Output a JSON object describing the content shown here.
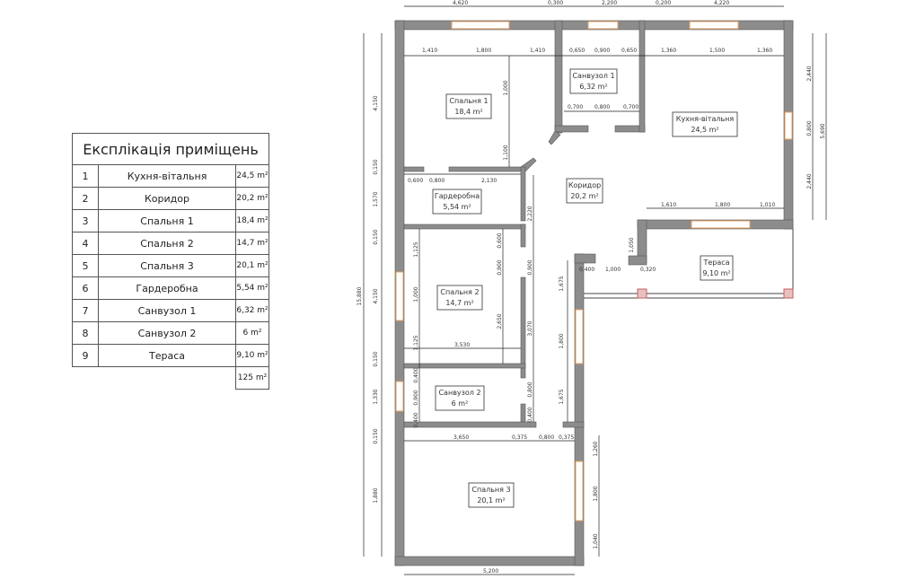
{
  "explication": {
    "title": "Експлікація приміщень",
    "rows": [
      {
        "num": "1",
        "name": "Кухня-вітальня",
        "area": "24,5 m²"
      },
      {
        "num": "2",
        "name": "Коридор",
        "area": "20,2 m²"
      },
      {
        "num": "3",
        "name": "Спальня 1",
        "area": "18,4 m²"
      },
      {
        "num": "4",
        "name": "Спальня 2",
        "area": "14,7 m²"
      },
      {
        "num": "5",
        "name": "Спальня 3",
        "area": "20,1 m²"
      },
      {
        "num": "6",
        "name": "Гардеробна",
        "area": "5,54 m²"
      },
      {
        "num": "7",
        "name": "Санвузол 1",
        "area": "6,32 m²"
      },
      {
        "num": "8",
        "name": "Санвузол 2",
        "area": "6 m²"
      },
      {
        "num": "9",
        "name": "Тераса",
        "area": "9,10 m²"
      }
    ],
    "total": "125 m²"
  },
  "rooms": [
    {
      "name": "Спальня 1",
      "area": "18,4 m²"
    },
    {
      "name": "Санвузол 1",
      "area": "6,32 m²"
    },
    {
      "name": "Кухня-вітальня",
      "area": "24,5 m²"
    },
    {
      "name": "Гардеробна",
      "area": "5,54 m²"
    },
    {
      "name": "Коридор",
      "area": "20,2 m²"
    },
    {
      "name": "Спальня 2",
      "area": "14,7 m²"
    },
    {
      "name": "Тераса",
      "area": "9,10 m²"
    },
    {
      "name": "Санвузол 2",
      "area": "6 m²"
    },
    {
      "name": "Спальня 3",
      "area": "20,1 m²"
    }
  ],
  "dimensions": [
    "4,620",
    "0,300",
    "2,200",
    "0,200",
    "4,220",
    "1,410",
    "1,800",
    "1,410",
    "0,650",
    "0,900",
    "0,650",
    "1,360",
    "1,500",
    "1,360",
    "0,700",
    "0,800",
    "0,700",
    "1,000",
    "1,100",
    "4,150",
    "0,150",
    "1,570",
    "0,150",
    "4,150",
    "0,150",
    "1,330",
    "0,150",
    "1,880",
    "15,880",
    "0,600",
    "0,800",
    "2,130",
    "2,220",
    "1,125",
    "1,000",
    "1,125",
    "3,530",
    "0,600",
    "0,900",
    "2,650",
    "0,900",
    "3,070",
    "0,400",
    "0,900",
    "0,400",
    "0,800",
    "0,400",
    "1,610",
    "1,800",
    "1,010",
    "2,440",
    "0,800",
    "2,440",
    "5,690",
    "1,050",
    "0,400",
    "1,000",
    "0,320",
    "1,675",
    "1,800",
    "1,675",
    "3,650",
    "0,375",
    "0,800",
    "0,375",
    "1,260",
    "1,800",
    "1,040",
    "5,200"
  ],
  "colors": {
    "wall": "#8c8c8c",
    "window": "#e8a060",
    "post": "#c06060"
  }
}
